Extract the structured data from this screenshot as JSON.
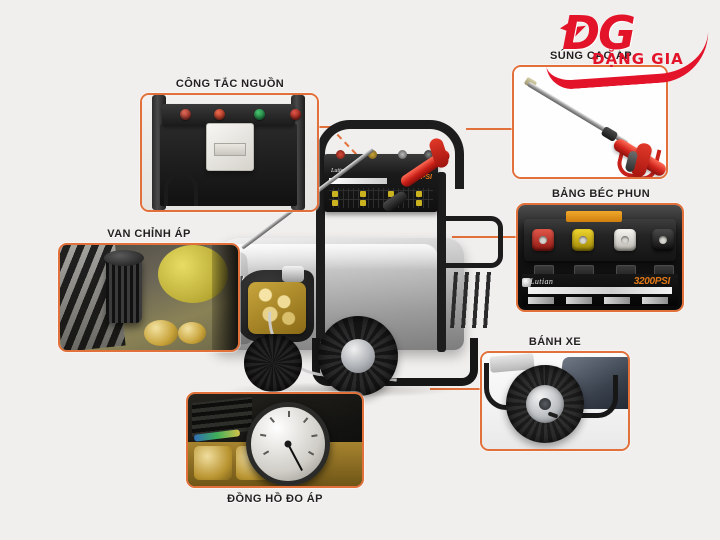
{
  "background_color": "#f1efed",
  "accent_color": "#e2703a",
  "brand": {
    "name": "DG",
    "subtitle": "ĐẶNG GIA",
    "color": "#e3132a"
  },
  "product": {
    "brand_label": "Lutian",
    "pressure_label": "3200PSI"
  },
  "callouts": [
    {
      "id": "power-switch",
      "label": "CÔNG TẮC NGUỒN",
      "description": "Power switch panel with indicator buttons and control box"
    },
    {
      "id": "pressure-regulator",
      "label": "VAN CHỈNH ÁP",
      "description": "Pressure regulator valve with black knob and brass fittings"
    },
    {
      "id": "pressure-gauge",
      "label": "ĐỒNG HỒ ĐO ÁP",
      "description": "Pressure gauge with white dial and brass manifold"
    },
    {
      "id": "spray-gun",
      "label": "SÚNG CAO ÁP",
      "description": "High pressure spray gun with long lance"
    },
    {
      "id": "nozzle-panel",
      "label": "BẢNG BÉC PHUN",
      "description": "Nozzle holder panel with red, yellow, white and black nozzles"
    },
    {
      "id": "wheel",
      "label": "BÁNH XE",
      "description": "Knobby rubber wheel with steel rim"
    }
  ],
  "nozzle_colors": [
    "#c0392b",
    "#d4b106",
    "#e8e6e0",
    "#1a1a1a"
  ],
  "switch_button_colors": [
    "#8d2b2b",
    "#c0392b",
    "#1e8449",
    "#8d2b2b"
  ]
}
